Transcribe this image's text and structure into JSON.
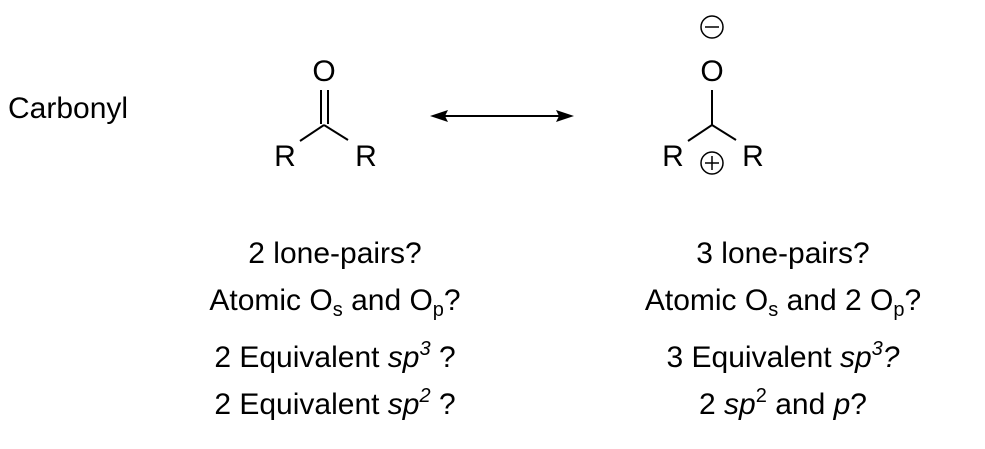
{
  "title": "Carbonyl",
  "structures": {
    "left": {
      "oxygen": "O",
      "r1": "R",
      "r2": "R"
    },
    "right": {
      "oxygen": "O",
      "r1": "R",
      "r2": "R",
      "neg": "−",
      "pos": "+"
    }
  },
  "left_questions": [
    {
      "a": "2 lone-pairs?"
    },
    {
      "a": "Atomic O",
      "s1": "s",
      "b": " and O",
      "s2": "p",
      "c": "?"
    },
    {
      "a": "2 Equivalent ",
      "i": "sp",
      "sup": "3",
      "c": " ?"
    },
    {
      "a": "2 Equivalent ",
      "i": "sp",
      "sup": "2",
      "c": " ?"
    }
  ],
  "right_questions": [
    {
      "a": "3 lone-pairs?"
    },
    {
      "a": "Atomic O",
      "s1": "s",
      "b": " and 2 O",
      "s2": "p",
      "c": "?"
    },
    {
      "a": "3 Equivalent ",
      "i": "sp",
      "sup": "3",
      "c": "?"
    },
    {
      "a": "2 ",
      "i": "sp",
      "sup": "2",
      "c": " and ",
      "i2": "p",
      "d": "?"
    }
  ]
}
